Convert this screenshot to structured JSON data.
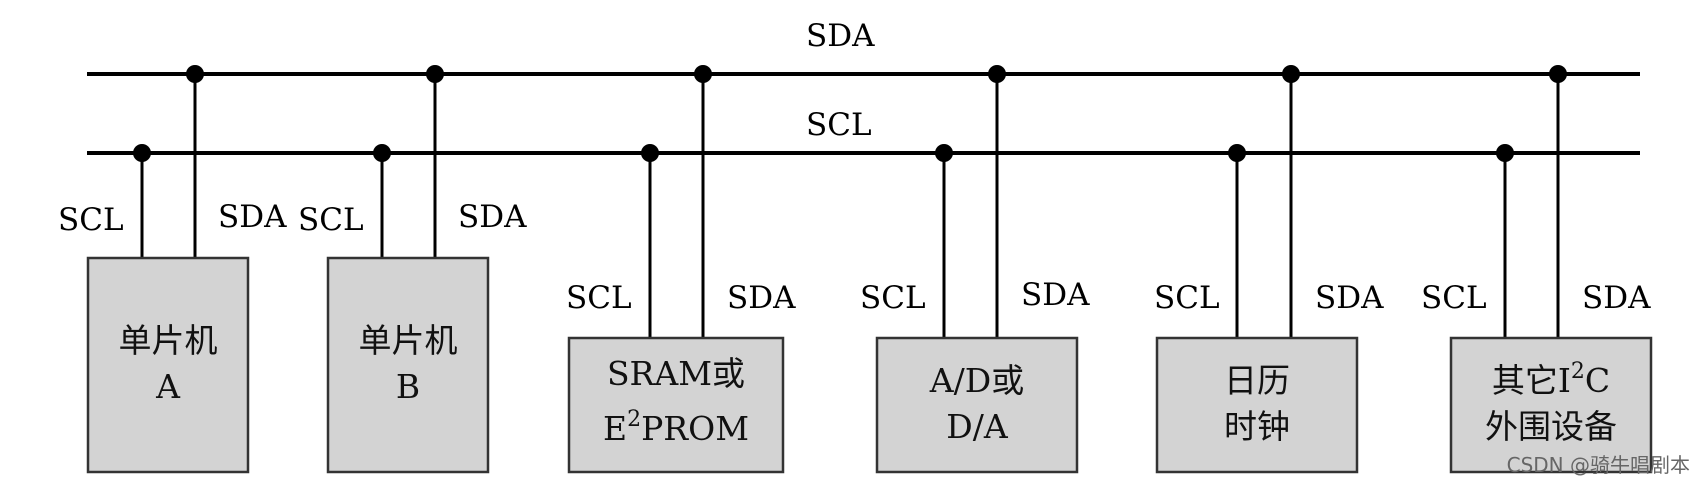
{
  "bus": {
    "sda_label": "SDA",
    "scl_label": "SCL"
  },
  "devices": [
    {
      "line1": "单片机",
      "line2": "A",
      "scl": "SCL",
      "sda": "SDA"
    },
    {
      "line1": "单片机",
      "line2": "B",
      "scl": "SCL",
      "sda": "SDA"
    },
    {
      "line1": "SRAM或",
      "line2": "E",
      "line2_sup": "2",
      "line2_rest": "PROM",
      "scl": "SCL",
      "sda": "SDA"
    },
    {
      "line1": "A/D或",
      "line2": "D/A",
      "scl": "SCL",
      "sda": "SDA"
    },
    {
      "line1": "日历",
      "line2": "时钟",
      "scl": "SCL",
      "sda": "SDA"
    },
    {
      "line1": "其它I",
      "line1_sup": "2",
      "line1_rest": "C",
      "line2": "外围设备",
      "scl": "SCL",
      "sda": "SDA"
    }
  ],
  "watermark": "CSDN @骑牛唱剧本",
  "colors": {
    "line": "#000000",
    "box_fill": "#d3d3d3",
    "box_stroke": "#333333"
  }
}
